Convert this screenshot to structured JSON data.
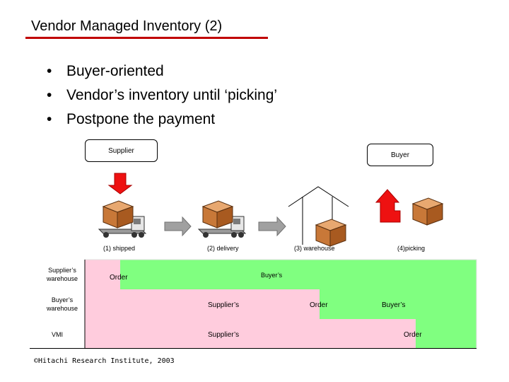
{
  "slide": {
    "title": "Vendor Managed Inventory (2)",
    "bullets": [
      "Buyer-oriented",
      "Vendor’s inventory until ‘picking’",
      "Postpone the payment"
    ],
    "bullet_symbol": "•"
  },
  "diagram": {
    "supplier_label": "Supplier",
    "buyer_label": "Buyer",
    "stages": [
      "(1) shipped",
      "(2) delivery",
      "(3)  warehouse",
      "(4)picking"
    ]
  },
  "table": {
    "rows": [
      {
        "label_lines": [
          "Supplier’s",
          "warehouse"
        ],
        "cells": [
          "Order",
          "Buyer’s"
        ]
      },
      {
        "label_lines": [
          "Buyer’s",
          "warehouse"
        ],
        "cells": [
          "Supplier’s",
          "Order",
          "Buyer’s"
        ]
      },
      {
        "label_lines": [
          "VMI"
        ],
        "cells": [
          "Supplier’s",
          "Order"
        ]
      }
    ],
    "colors": {
      "supplier": "#ffccdd",
      "buyer": "#80ff80"
    }
  },
  "footer": {
    "credit": "©Hitachi Research Institute, 2003"
  },
  "colors": {
    "title_rule": "#c00000",
    "arrow_red": "#ee1111",
    "arrow_gray": "#a0a0a0",
    "box_fill": "#d2884a"
  }
}
